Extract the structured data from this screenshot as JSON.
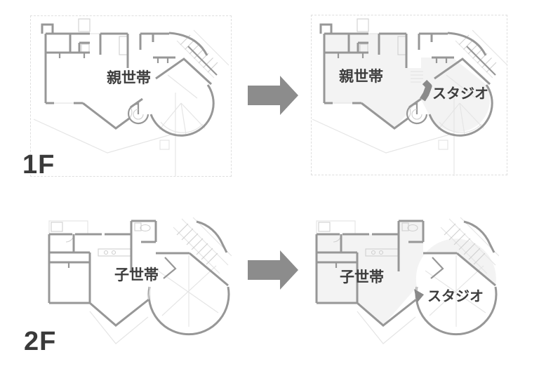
{
  "diagram": {
    "type": "floor-plan-before-after-comparison",
    "floor1": {
      "label": "1F",
      "before_unit": "親世帯",
      "after_unit": "親世帯",
      "after_studio": "スタジオ"
    },
    "floor2": {
      "label": "2F",
      "before_unit": "子世帯",
      "after_unit": "子世帯",
      "after_studio": "スタジオ"
    }
  },
  "icons": {
    "arrow_top": "right-block-arrow",
    "arrow_bottom": "right-block-arrow"
  },
  "colors": {
    "wall": "#979797",
    "light_line": "#cfcfcf",
    "faint_line": "#e5e5e5",
    "text": "#3d3d3d",
    "arrow": "#8c8c8c",
    "panel_border": "#dedede",
    "after_room_tint": "#f3f3f3",
    "dark_mark": "#8a8a8a",
    "background": "#ffffff"
  }
}
